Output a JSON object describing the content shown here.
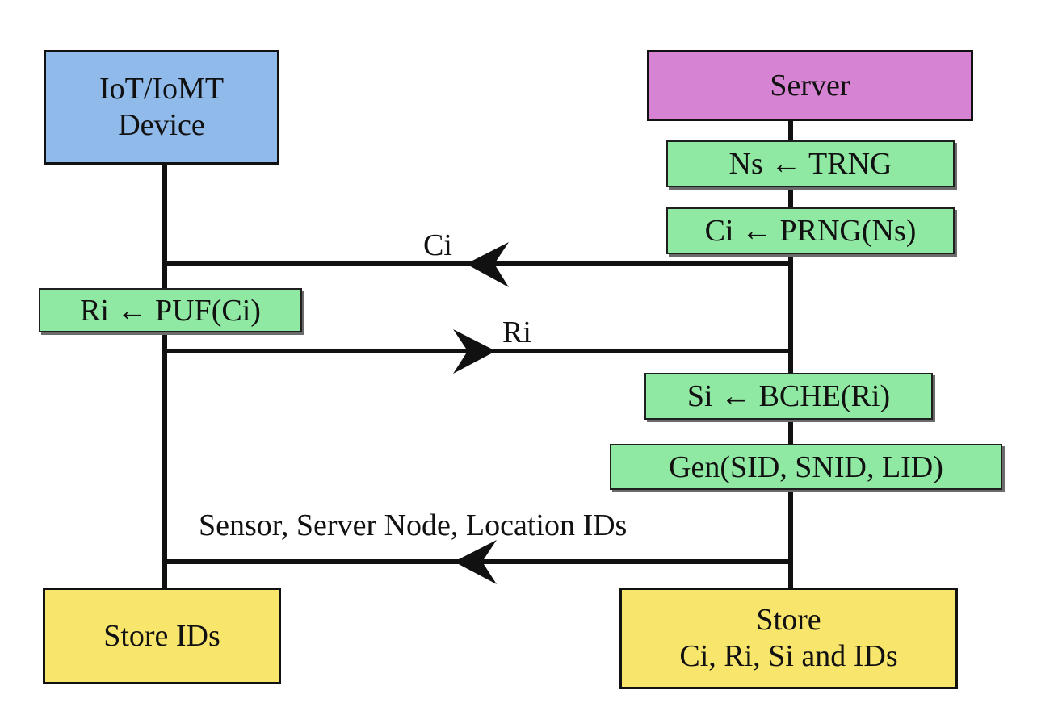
{
  "colors": {
    "device_fill": "#8fbaea",
    "server_fill": "#d583d2",
    "step_fill": "#90e9a3",
    "store_fill": "#f8e66c",
    "line": "#111111"
  },
  "actors": {
    "device": {
      "line1": "IoT/IoMT",
      "line2": "Device"
    },
    "server": {
      "label": "Server"
    }
  },
  "server_steps": {
    "ns": "Ns ← TRNG",
    "ci": "Ci ← PRNG(Ns)",
    "si": "Si ← BCHE(Ri)",
    "gen": "Gen(SID, SNID, LID)"
  },
  "device_steps": {
    "ri": "Ri ← PUF(Ci)"
  },
  "messages": {
    "ci": "Ci",
    "ri": "Ri",
    "ids": "Sensor, Server Node, Location IDs"
  },
  "stores": {
    "device": "Store IDs",
    "server_line1": "Store",
    "server_line2": "Ci, Ri, Si and IDs"
  }
}
